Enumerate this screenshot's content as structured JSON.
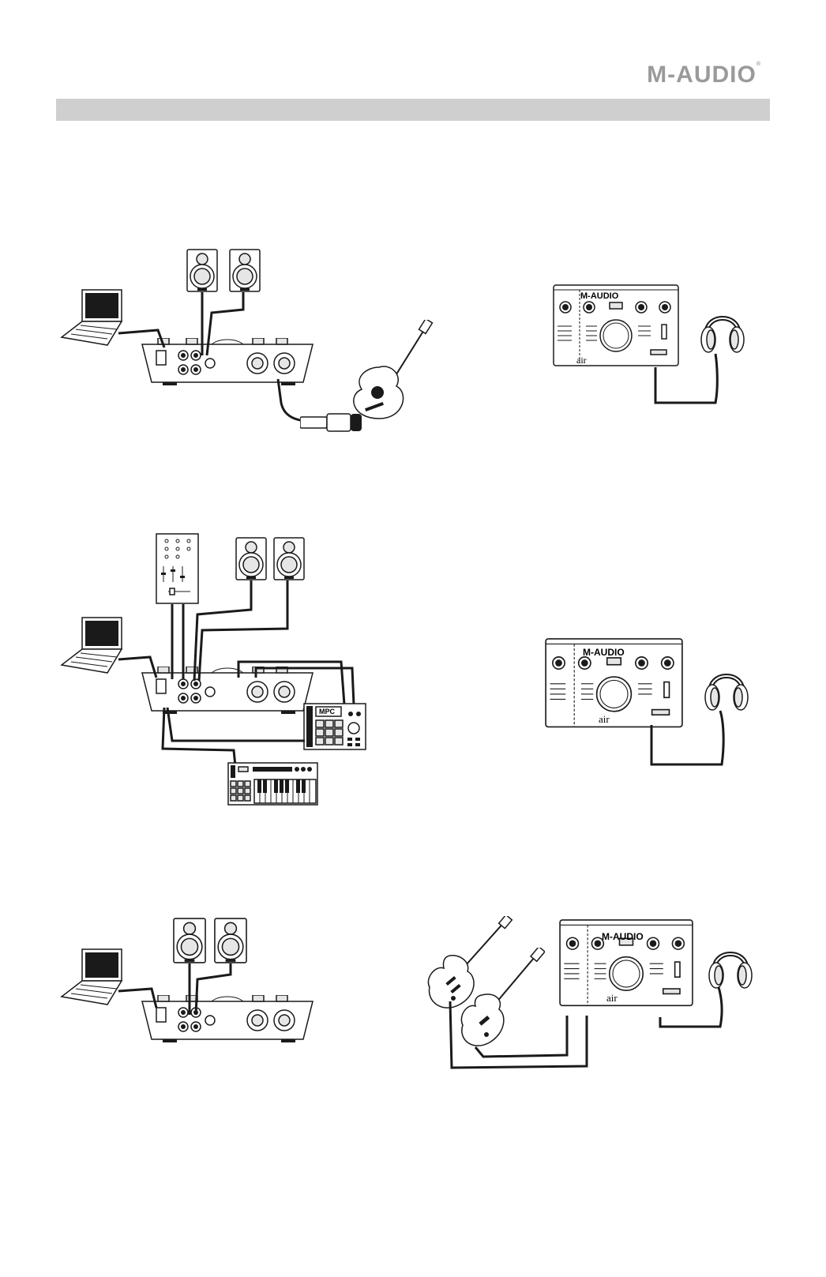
{
  "brand": {
    "logo_text": "M-AUDIO"
  },
  "device": {
    "front_brand": "M-AUDIO",
    "model_mark": "air"
  },
  "drum_machine": {
    "label": "MPC"
  },
  "icons": [
    "laptop-icon",
    "studio-monitor-icon",
    "headphones-icon",
    "acoustic-guitar-icon",
    "microphone-icon",
    "dj-mixer-icon",
    "drum-machine-icon",
    "midi-keyboard-icon",
    "electric-guitar-icon",
    "bass-guitar-icon"
  ],
  "colors": {
    "header_bar": "#cfcfcf",
    "logo": "#9a9a9a",
    "line_art": "#1a1a1a"
  }
}
